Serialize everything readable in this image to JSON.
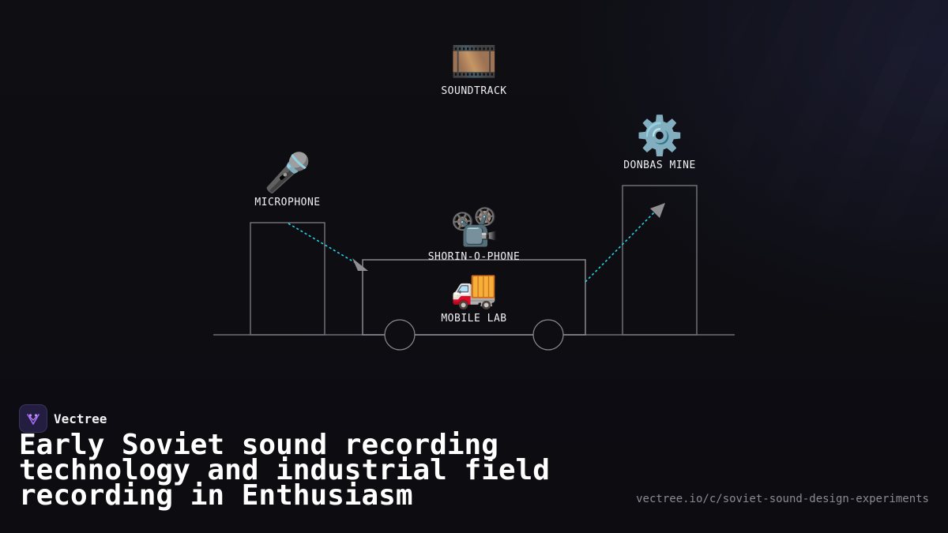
{
  "diagram": {
    "nodes": {
      "soundtrack": {
        "label": "SOUNDTRACK",
        "icon": "film-frames-icon",
        "glyph": "🎞️"
      },
      "donbas": {
        "label": "DONBAS MINE",
        "icon": "gear-icon",
        "glyph": "⚙️"
      },
      "microphone": {
        "label": "MICROPHONE",
        "icon": "microphone-icon",
        "glyph": "🎤"
      },
      "shorin": {
        "label": "SHORIN-O-PHONE",
        "icon": "film-projector-icon",
        "glyph": "📽️"
      },
      "mobile_lab": {
        "label": "MOBILE LAB",
        "icon": "delivery-truck-icon",
        "glyph": "🚚"
      }
    },
    "colors": {
      "outline": "#8a8a8f",
      "arrow_dash": "#27d3e6",
      "arrow_head": "#8f8f92"
    }
  },
  "brand": {
    "name": "Vectree",
    "logo_color": "#a56bff"
  },
  "title": "Early Soviet sound recording technology and industrial field recording in Enthusiasm",
  "url": "vectree.io/c/soviet-sound-design-experiments"
}
